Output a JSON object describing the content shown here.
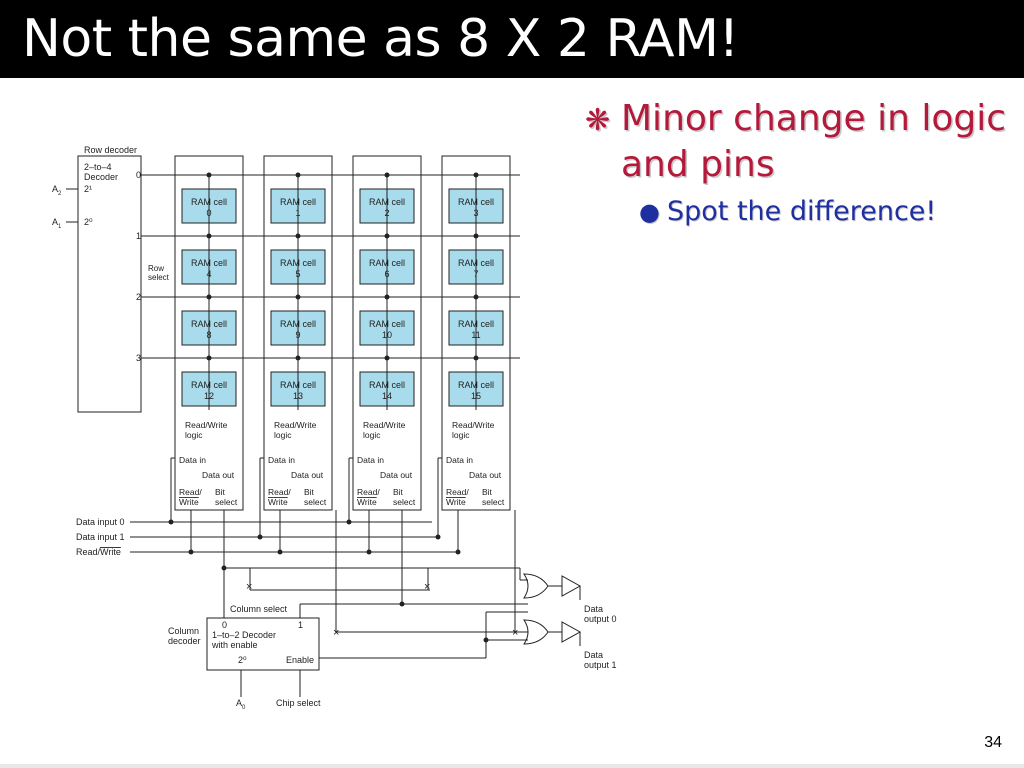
{
  "slide": {
    "title": "Not the same as 8 X 2 RAM!",
    "bullet_1": "Minor change in logic and pins",
    "bullet_1_marker": "❋",
    "bullet_2": "Spot the difference!",
    "bullet_2_marker": "●",
    "page_number": "34",
    "colors": {
      "title_bg": "#000000",
      "bullet_1": "#b4183a",
      "bullet_2": "#1f2fa0",
      "cell_fill": "#a8dcec"
    }
  },
  "diagram": {
    "row_decoder_label": "Row decoder",
    "decoder_name_line1": "2–to–4",
    "decoder_name_line2": "Decoder",
    "a2_label": "A",
    "a2_sub": "2",
    "a1_label": "A",
    "a1_sub": "1",
    "input_2pow1": "2¹",
    "input_2pow0": "2⁰",
    "row_outputs": [
      "0",
      "1",
      "2",
      "3"
    ],
    "row_select_line1": "Row",
    "row_select_line2": "select",
    "cell_label": "RAM cell",
    "cell_numbers": [
      "0",
      "1",
      "2",
      "3",
      "4",
      "5",
      "6",
      "7",
      "8",
      "9",
      "10",
      "11",
      "12",
      "13",
      "14",
      "15"
    ],
    "rw_logic_line1": "Read/Write",
    "rw_logic_line2": "logic",
    "data_in": "Data in",
    "data_out": "Data out",
    "read_label": "Read/",
    "write_label": "Write",
    "bit_label": "Bit",
    "select_label": "select",
    "data_input_0": "Data input 0",
    "data_input_1": "Data input 1",
    "read_write_prefix": "Read/",
    "read_write_overbar": "Write",
    "column_select": "Column select",
    "column_decoder_line1": "Column",
    "column_decoder_line2": "decoder",
    "col_out_0": "0",
    "col_out_1": "1",
    "col_dec_name_line1": "1–to–2 Decoder",
    "col_dec_name_line2": "with enable",
    "col_dec_input": "2⁰",
    "enable": "Enable",
    "a0_label": "A",
    "a0_sub": "0",
    "chip_select": "Chip select",
    "data_output_0_line1": "Data",
    "data_output_0_line2": "output 0",
    "data_output_1_line1": "Data",
    "data_output_1_line2": "output 1"
  }
}
